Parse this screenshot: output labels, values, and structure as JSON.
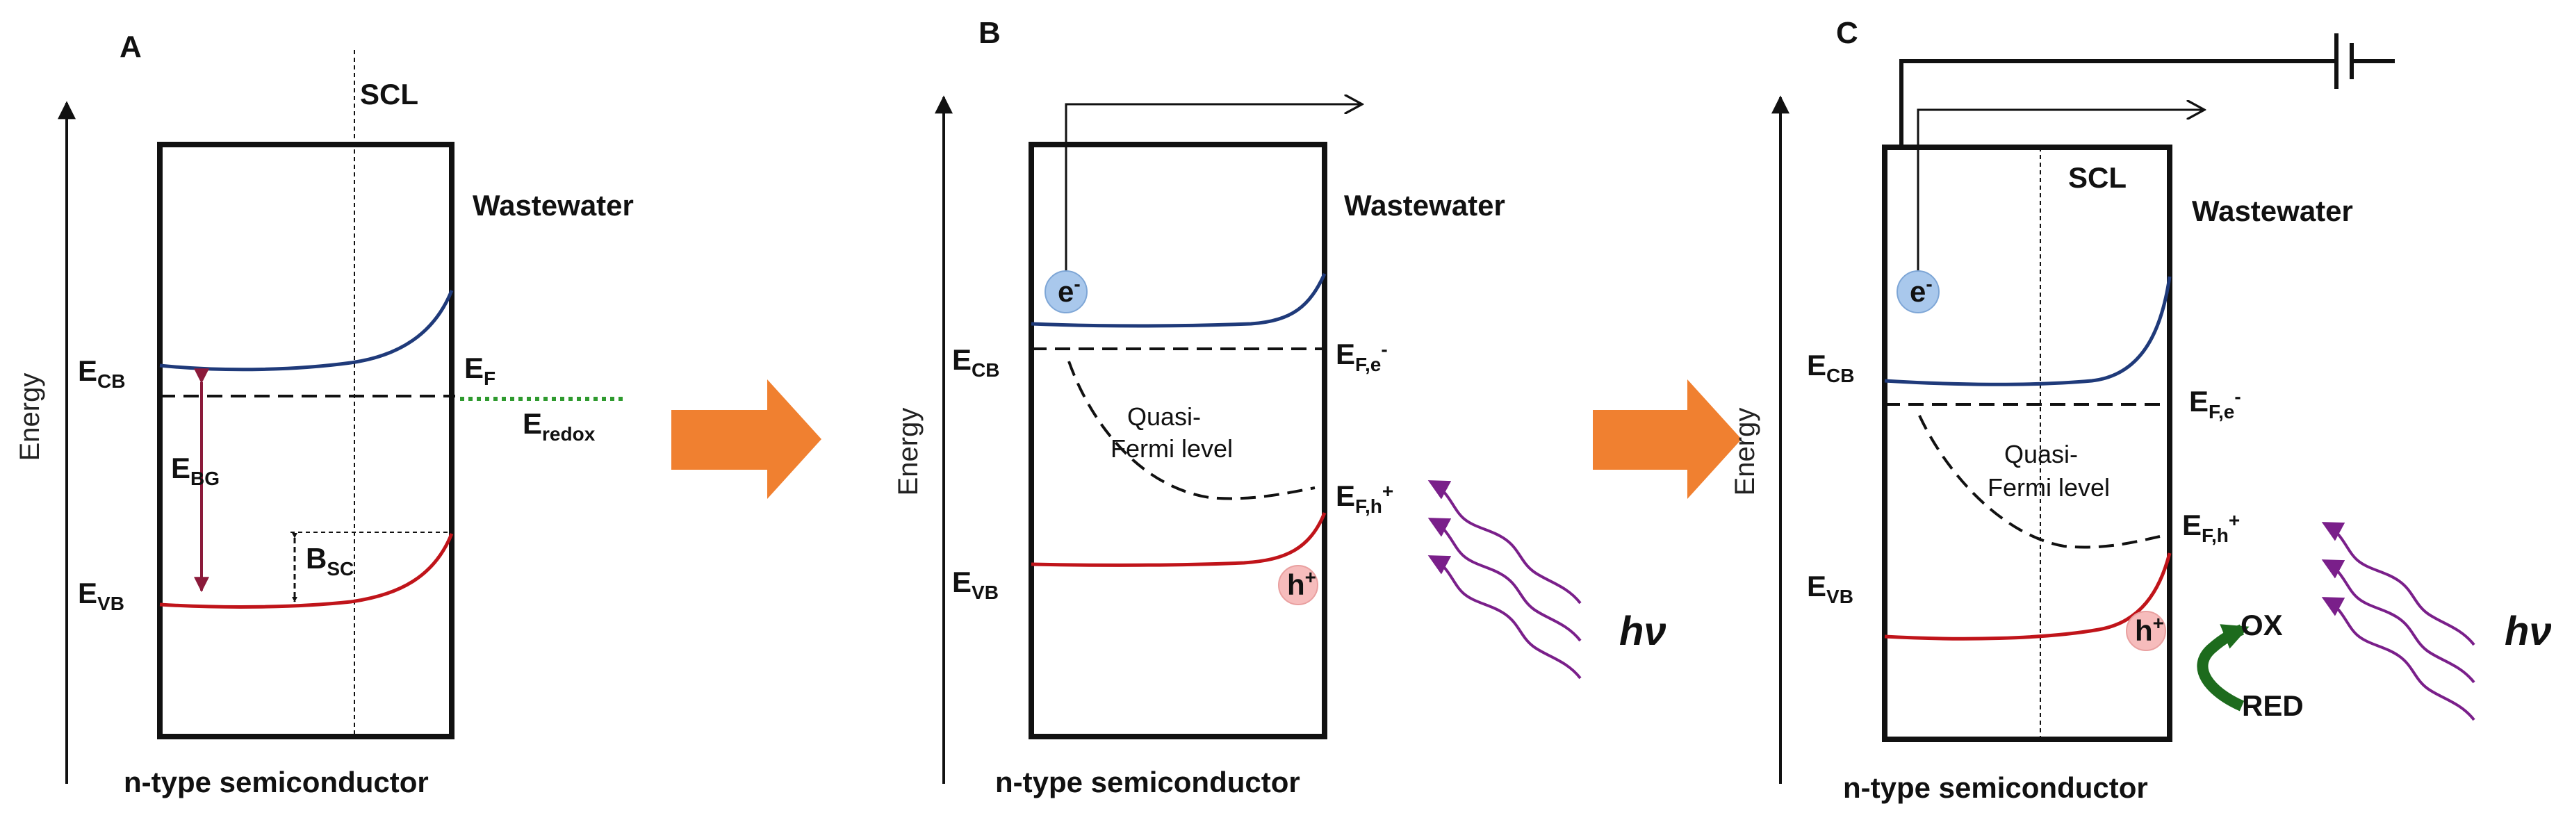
{
  "colors": {
    "conduction_band": "#1f3a7a",
    "valence_band": "#c0141a",
    "redox_level": "#2e9a2e",
    "band_gap_arrow": "#8b1a3a",
    "process_arrow": "#f08030",
    "photon": "#7a1f8a",
    "electron_fill": "#a9c8ec",
    "hole_fill": "#f6bcbc",
    "redox_arrow": "#1d6b1d"
  },
  "icons": {
    "process_arrow": "block-right-arrow",
    "photon": "wavy-arrow",
    "redox": "curved-arrow",
    "ground": "ground-symbol"
  },
  "panels": [
    {
      "letter": "A",
      "energy_axis": "Energy",
      "scl": "SCL",
      "medium": "Wastewater",
      "semiconductor": "n-type semiconductor",
      "ecb": {
        "main": "E",
        "sub": "CB"
      },
      "evb": {
        "main": "E",
        "sub": "VB"
      },
      "ebg": {
        "main": "E",
        "sub": "BG"
      },
      "bsc": {
        "main": "B",
        "sub": "SC"
      },
      "ef": {
        "main": "E",
        "sub": "F"
      },
      "eredox": {
        "main": "E",
        "sub": "redox"
      }
    },
    {
      "letter": "B",
      "energy_axis": "Energy",
      "medium": "Wastewater",
      "semiconductor": "n-type semiconductor",
      "ecb": {
        "main": "E",
        "sub": "CB"
      },
      "evb": {
        "main": "E",
        "sub": "VB"
      },
      "efe": {
        "main": "E",
        "sub": "F,e",
        "sup": "-"
      },
      "efh": {
        "main": "E",
        "sub": "F,h",
        "sup": "+"
      },
      "quasi": [
        "Quasi-",
        "Fermi level"
      ],
      "electron": {
        "main": "e",
        "sup": "-"
      },
      "hole": {
        "main": "h",
        "sup": "+"
      },
      "photon": "hν"
    },
    {
      "letter": "C",
      "energy_axis": "Energy",
      "scl": "SCL",
      "medium": "Wastewater",
      "semiconductor": "n-type semiconductor",
      "ecb": {
        "main": "E",
        "sub": "CB"
      },
      "evb": {
        "main": "E",
        "sub": "VB"
      },
      "efe": {
        "main": "E",
        "sub": "F,e",
        "sup": "-"
      },
      "efh": {
        "main": "E",
        "sub": "F,h",
        "sup": "+"
      },
      "quasi": [
        "Quasi-",
        "Fermi level"
      ],
      "electron": {
        "main": "e",
        "sup": "-"
      },
      "hole": {
        "main": "h",
        "sup": "+"
      },
      "photon": "hν",
      "ox": "OX",
      "red": "RED"
    }
  ]
}
